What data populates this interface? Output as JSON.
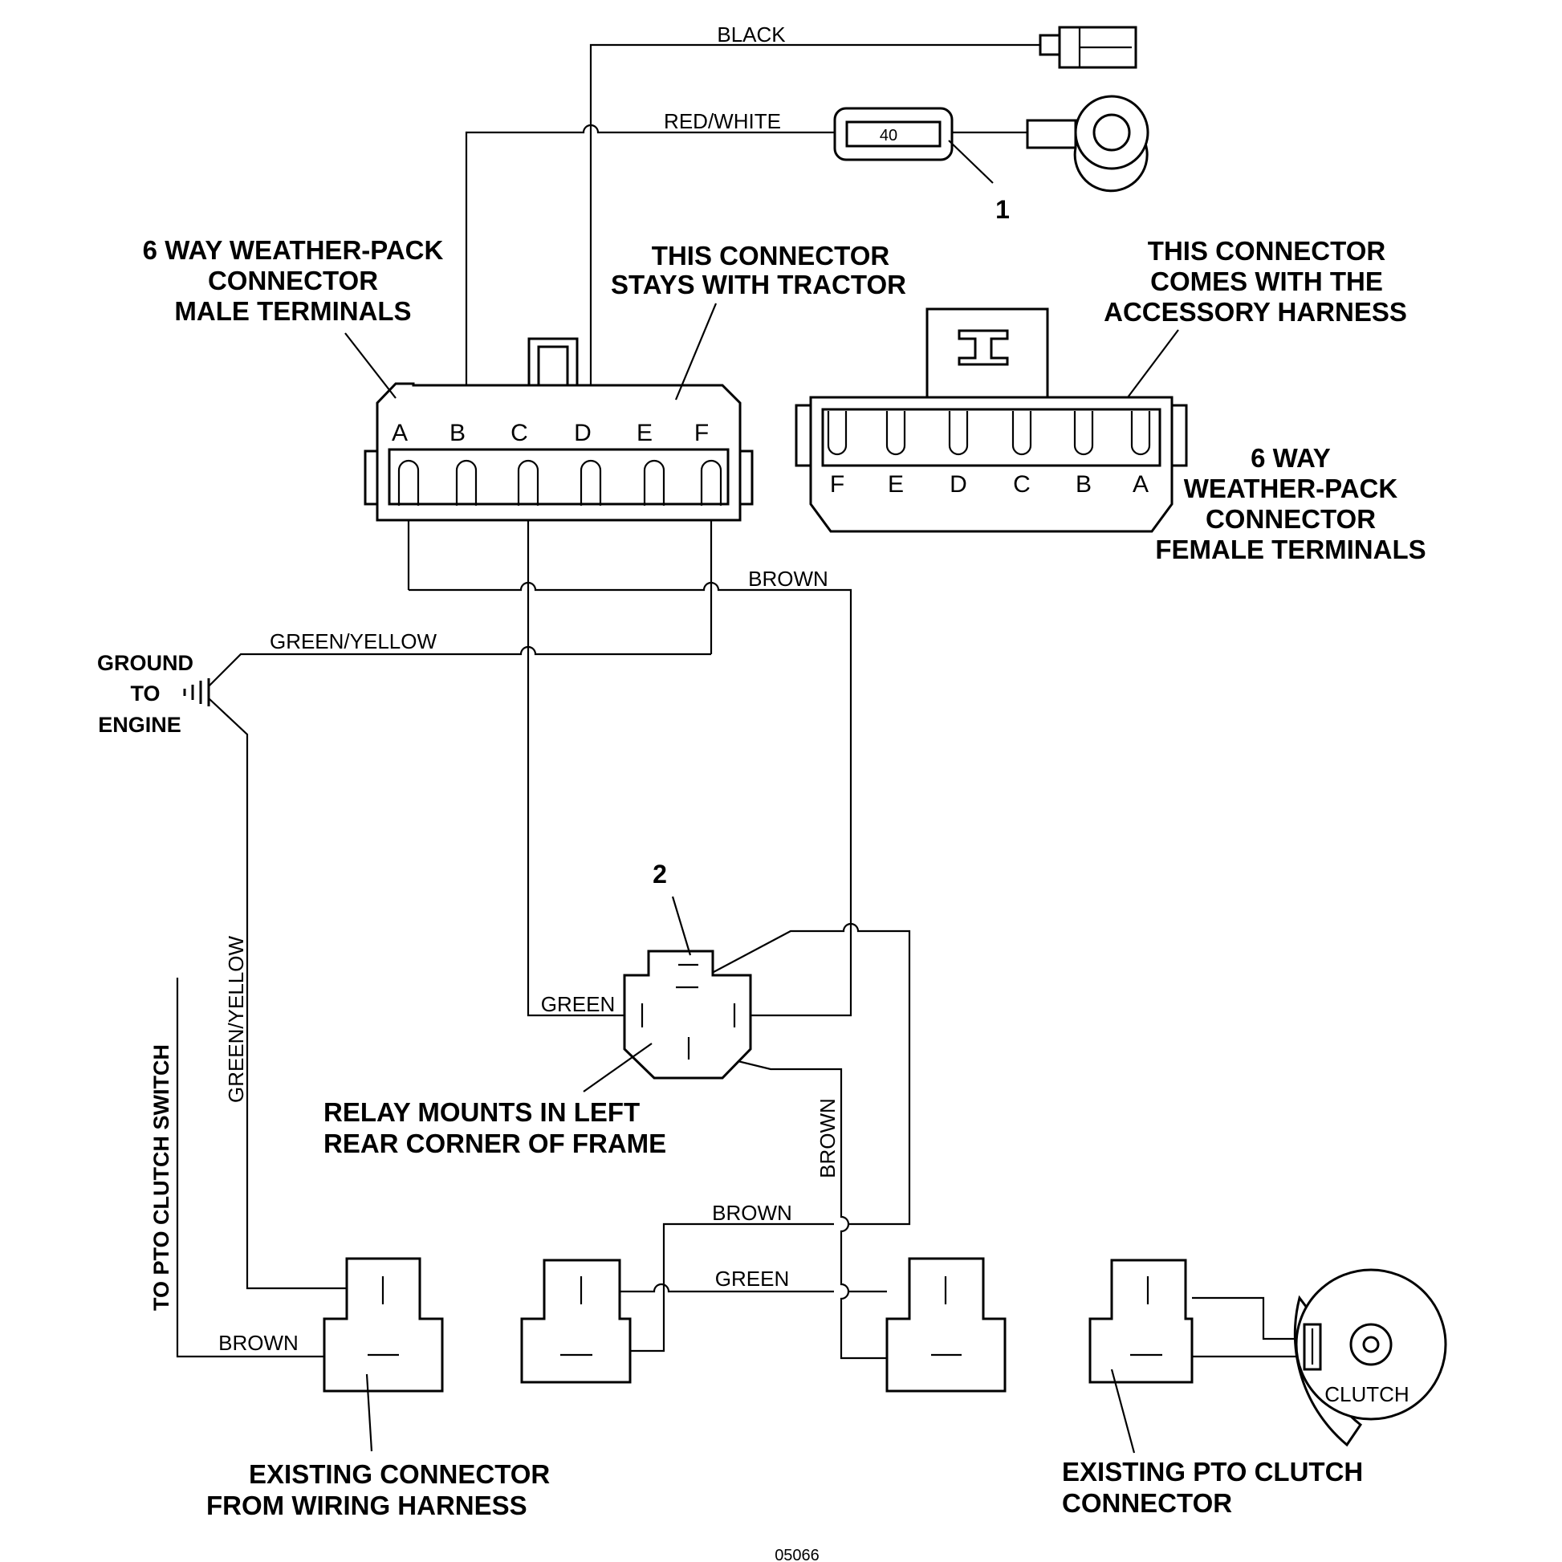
{
  "wires": {
    "black": "BLACK",
    "red_white": "RED/WHITE",
    "brown_top": "BROWN",
    "green_yellow_top": "GREEN/YELLOW",
    "green_relay": "GREEN",
    "green_yellow_vertical": "GREEN/YELLOW",
    "brown_vertical": "BROWN",
    "brown_lower": "BROWN",
    "green_lower": "GREEN",
    "brown_left": "BROWN"
  },
  "fuse": {
    "rating": "40"
  },
  "callouts": {
    "one": "1",
    "two": "2"
  },
  "labels": {
    "male_connector": [
      "6 WAY WEATHER-PACK",
      "CONNECTOR",
      "MALE TERMINALS"
    ],
    "stays_with_tractor": [
      "THIS CONNECTOR",
      "STAYS WITH TRACTOR"
    ],
    "comes_with_harness": [
      "THIS CONNECTOR",
      "COMES WITH THE",
      "ACCESSORY HARNESS"
    ],
    "female_connector": [
      "6 WAY",
      "WEATHER-PACK",
      "CONNECTOR",
      "FEMALE TERMINALS"
    ],
    "ground": [
      "GROUND",
      "TO",
      "ENGINE"
    ],
    "relay_note": [
      "RELAY MOUNTS IN LEFT",
      "REAR CORNER OF FRAME"
    ],
    "pto_switch": "TO PTO CLUTCH SWITCH",
    "existing_connector": [
      "EXISTING CONNECTOR",
      "FROM WIRING HARNESS"
    ],
    "existing_pto": [
      "EXISTING PTO CLUTCH",
      "CONNECTOR"
    ],
    "clutch": "CLUTCH",
    "figure_number": "05066"
  },
  "male_pins": [
    "A",
    "B",
    "C",
    "D",
    "E",
    "F"
  ],
  "female_pins": [
    "F",
    "E",
    "D",
    "C",
    "B",
    "A"
  ]
}
